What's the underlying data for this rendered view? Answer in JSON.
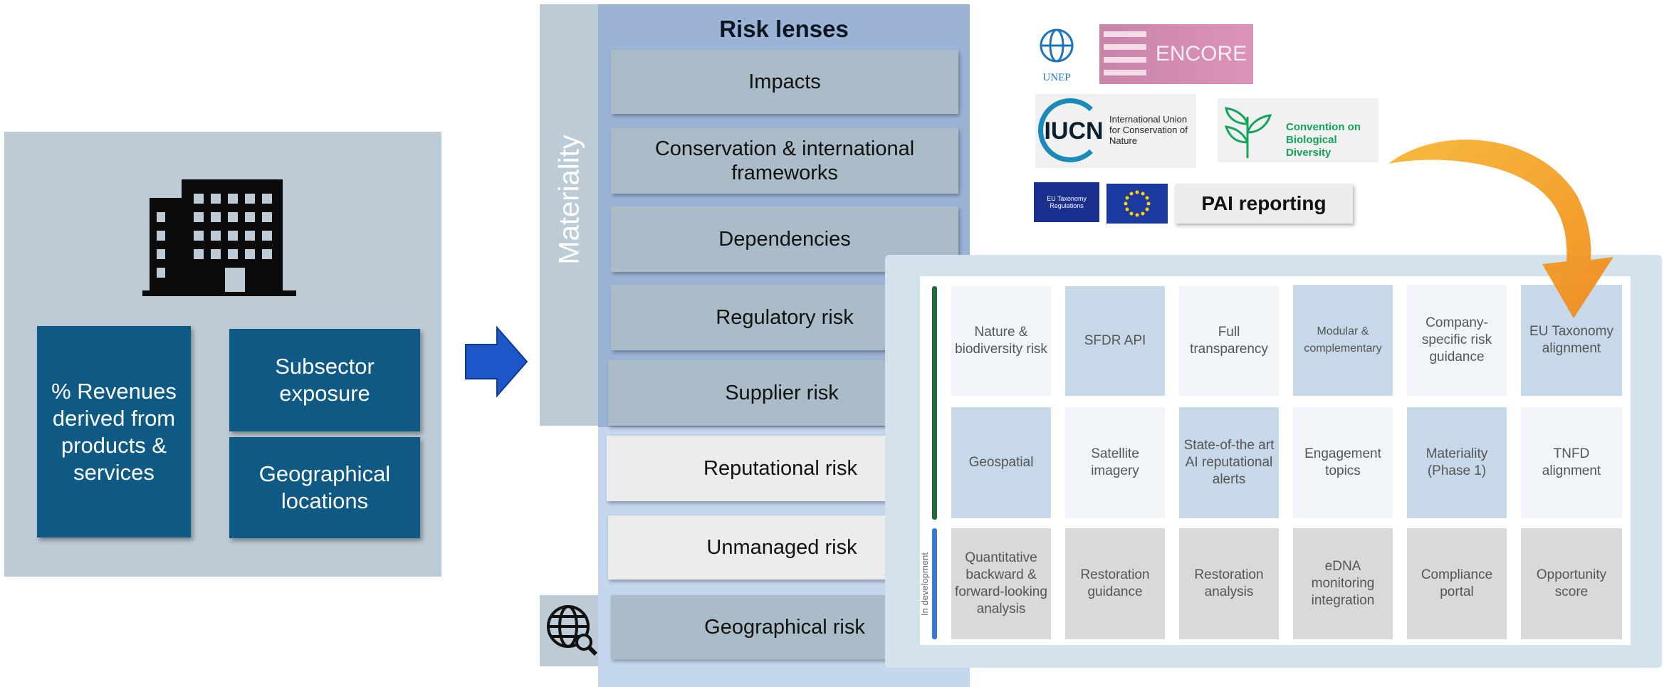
{
  "left_panel": {
    "revenue_box": "% Revenues derived from products & services",
    "subsector_box": "Subsector exposure",
    "geo_box": "Geographical locations"
  },
  "materiality_label": "Materiality",
  "risk_column": {
    "title": "Risk lenses",
    "items": [
      "Impacts",
      "Conservation & international frameworks",
      "Dependencies",
      "Regulatory risk",
      "Supplier risk",
      "Reputational risk",
      "Unmanaged risk",
      "Geographical  risk"
    ]
  },
  "logos": {
    "unep": "UNEP",
    "encore": "ENCORE",
    "iucn": "IUCN",
    "iucn_text": "International Union for Conservation of Nature",
    "cbd": "Convention on Biological Diversity",
    "eu_taxonomy": "EU Taxonomy Regulations"
  },
  "pai_label": "PAI reporting",
  "grid": {
    "dev_label": "In development",
    "rows": [
      [
        "Nature & biodiversity risk",
        "SFDR API",
        "Full transparency",
        "Modular & complementary",
        "Company-specific risk guidance",
        "EU Taxonomy alignment"
      ],
      [
        "Geospatial",
        "Satellite imagery",
        "State-of-the art AI reputational alerts",
        "Engagement topics",
        "Materiality (Phase 1)",
        "TNFD alignment"
      ],
      [
        "Quantitative backward & forward-looking analysis",
        "Restoration guidance",
        "Restoration analysis",
        "eDNA monitoring integration",
        "Compliance portal",
        "Opportunity score"
      ]
    ]
  },
  "colors": {
    "dark_blue": "#0e5a85",
    "arrow_blue": "#1c56c8",
    "arrow_orange": "#f5a623",
    "green_bar": "#1f6b3b",
    "blue_bar": "#3a78d8"
  }
}
